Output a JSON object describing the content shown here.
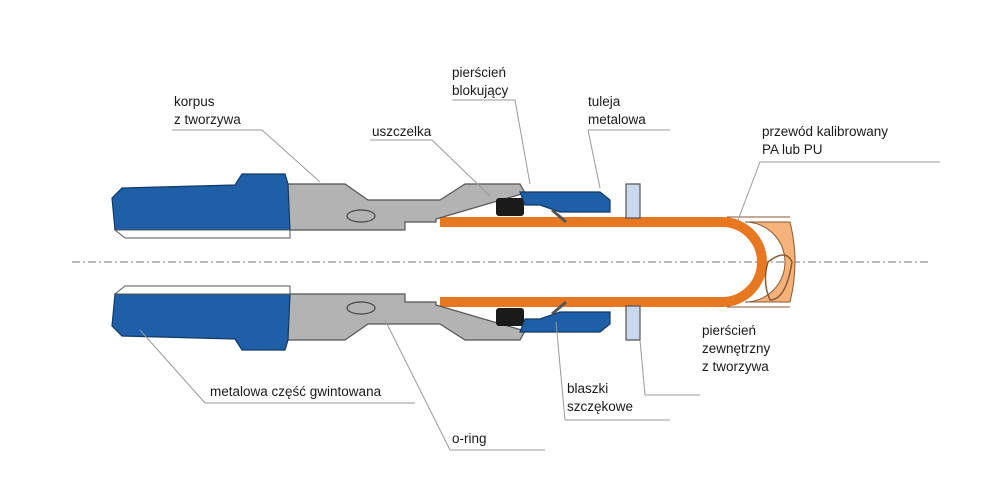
{
  "labels": {
    "korpus_line1": "korpus",
    "korpus_line2": "z tworzywa",
    "uszczelka": "uszczelka",
    "pierscien_blok_line1": "pierścień",
    "pierscien_blok_line2": "blokujący",
    "tuleja_line1": "tuleja",
    "tuleja_line2": "metalowa",
    "przewod_line1": "przewód kalibrowany",
    "przewod_line2": "PA lub PU",
    "pierscien_zew_line1": "pierścień",
    "pierscien_zew_line2": "zewnętrzny",
    "pierscien_zew_line3": "z tworzywa",
    "blaszki_line1": "blaszki",
    "blaszki_line2": "szczękowe",
    "metalowa_czesc": "metalowa część gwintowana",
    "oring": "o-ring"
  },
  "colors": {
    "blue": "#1f5fa8",
    "grey": "#b3b3b3",
    "orange": "#e87722",
    "tube_fill": "#f5b27a",
    "black": "#1a1a1a",
    "light_blue": "#c9d8ec",
    "leader": "#999999"
  }
}
